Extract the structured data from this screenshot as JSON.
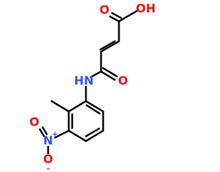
{
  "molecule": {
    "atoms": {
      "carbonyl_o_acid": "O",
      "hydroxyl": "OH",
      "amide_nh": "HN",
      "amide_o": "O",
      "nitro_n": "N",
      "nitro_o_top": "O",
      "nitro_o_bottom": "O",
      "nitro_n_charge": "+",
      "nitro_o_charge": "-"
    },
    "colors": {
      "oxygen": "#ff0d0d",
      "nitrogen": "#3050f8",
      "carbon": "#000000"
    }
  }
}
